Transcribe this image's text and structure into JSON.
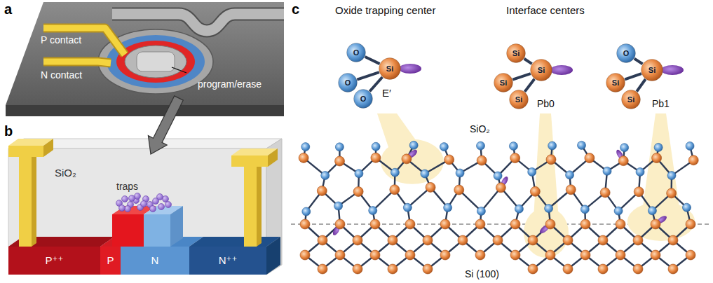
{
  "diagram": {
    "nodes": [
      {
        "text": [
          "P⁺⁺"
        ]
      },
      {
        "text": [
          "P"
        ]
      },
      {
        "text": [
          "N"
        ]
      },
      {
        "text": [
          "N⁺⁺"
        ]
      },
      {
        "text": [
          "O"
        ]
      },
      {
        "text": [
          "Si"
        ]
      },
      {
        "text": [
          "O"
        ]
      },
      {
        "text": [
          "O"
        ]
      },
      {
        "text": [
          "Si"
        ]
      },
      {
        "text": [
          "Si"
        ]
      },
      {
        "text": [
          "Si"
        ]
      },
      {
        "text": [
          "Si"
        ]
      },
      {
        "text": [
          "O"
        ]
      },
      {
        "text": [
          "Si"
        ]
      },
      {
        "text": [
          "Si"
        ]
      },
      {
        "text": [
          "Si"
        ]
      }
    ],
    "edges": [
      {
        "from": 5,
        "to": 4,
        "arrow": "none"
      },
      {
        "from": 5,
        "to": 6,
        "arrow": "none"
      },
      {
        "from": 5,
        "to": 7,
        "arrow": "none"
      },
      {
        "from": 9,
        "to": 8,
        "arrow": "none"
      },
      {
        "from": 9,
        "to": 10,
        "arrow": "none"
      },
      {
        "from": 9,
        "to": 11,
        "arrow": "none"
      },
      {
        "from": 13,
        "to": 12,
        "arrow": "none"
      },
      {
        "from": 13,
        "to": 14,
        "arrow": "none"
      },
      {
        "from": 13,
        "to": 15,
        "arrow": "none"
      }
    ],
    "labels": [
      "a",
      "P contact",
      "N contact",
      "program/erase",
      "b",
      "SiO₂",
      "traps",
      "c",
      "Oxide trapping center",
      "Interface centers",
      "E′",
      "Pb0",
      "Pb1",
      "SiO₂",
      "Si (100)"
    ]
  }
}
